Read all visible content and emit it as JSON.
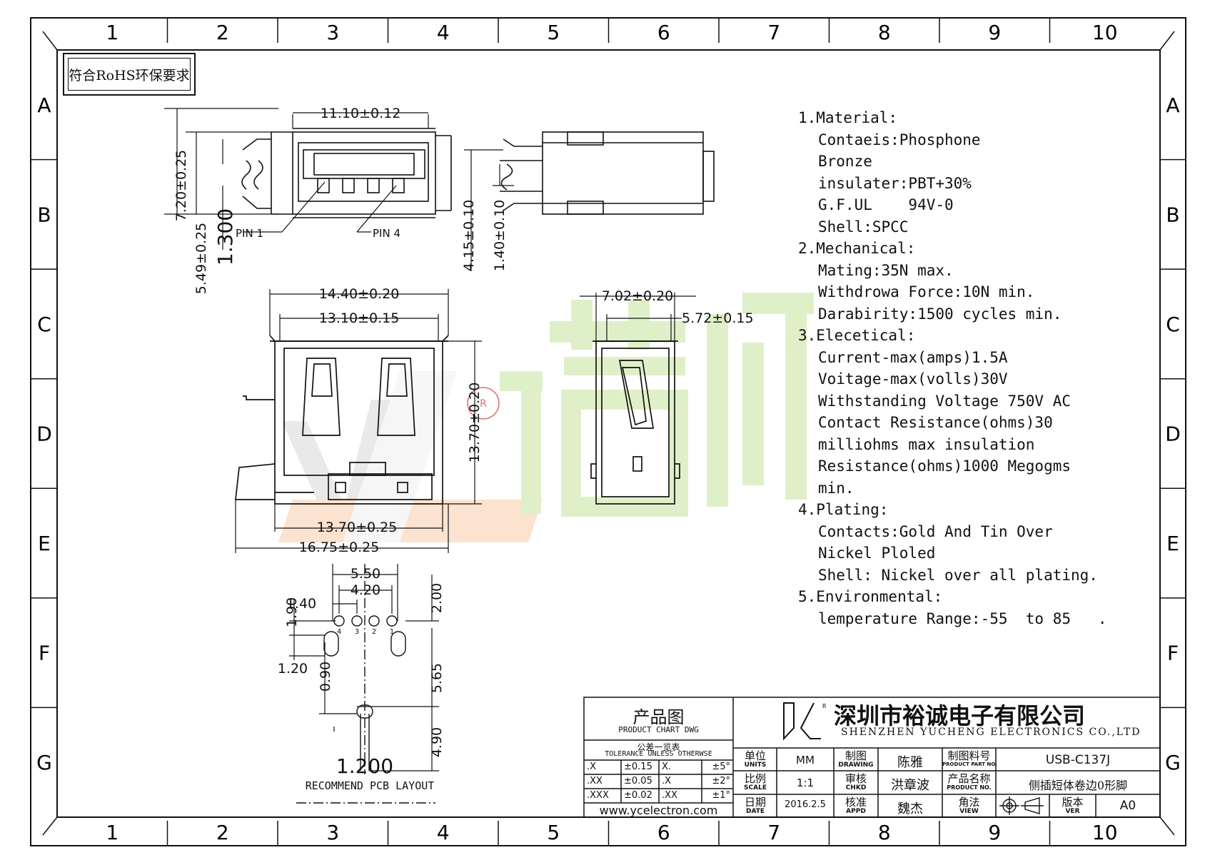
{
  "rohs_label": "符合RoHS环保要求",
  "grid": {
    "cols": [
      "1",
      "2",
      "3",
      "4",
      "5",
      "6",
      "7",
      "8",
      "9",
      "10"
    ],
    "rows": [
      "A",
      "B",
      "C",
      "D",
      "E",
      "F",
      "G"
    ]
  },
  "dims": {
    "d_11_10": "11.10±0.12",
    "d_7_20": "7.20±0.25",
    "d_5_49": "5.49±0.25",
    "d_1_300": "1.300",
    "pin1": "PIN 1",
    "pin4": "PIN 4",
    "d_4_15": "4.15±0.10",
    "d_1_40v": "1.40±0.10",
    "d_14_40": "14.40±0.20",
    "d_13_10": "13.10±0.15",
    "d_13_70v": "13.70±0.20",
    "d_13_70h": "13.70±0.25",
    "d_16_75": "16.75±0.25",
    "d_7_02": "7.02±0.20",
    "d_5_72": "5.72±0.15",
    "d_5_50": "5.50",
    "d_4_20": "4.20",
    "d_1_40": "1.40",
    "d_1_90": "1.90",
    "d_2_00": "2.00",
    "d_1_20": "1.20",
    "d_0_90": "0.90",
    "d_5_65": "5.65",
    "d_4_90": "4.90",
    "d_1_200": "1.200",
    "pin_nums": [
      "4",
      "3",
      "2",
      "1"
    ],
    "pcb_caption": "RECOMMEND PCB LAYOUT"
  },
  "spec": [
    {
      "type": "h",
      "text": "1.Material:"
    },
    {
      "type": "l",
      "text": "Contaeis:Phosphone"
    },
    {
      "type": "l",
      "text": "Bronze"
    },
    {
      "type": "l",
      "text": "insulater:PBT+30%"
    },
    {
      "type": "l",
      "text": "G.F.UL    94V-0"
    },
    {
      "type": "l",
      "text": "Shell:SPCC"
    },
    {
      "type": "h",
      "text": "2.Mechanical:"
    },
    {
      "type": "l",
      "text": "Mating:35N max."
    },
    {
      "type": "l",
      "text": "Withdrowa Force:10N min."
    },
    {
      "type": "l",
      "text": "Darabirity:1500 cycles min."
    },
    {
      "type": "h",
      "text": "3.Elecetical:"
    },
    {
      "type": "l",
      "text": "Current-max(amps)1.5A"
    },
    {
      "type": "l",
      "text": "Voitage-max(volls)30V"
    },
    {
      "type": "l",
      "text": "Withstanding Voltage 750V AC"
    },
    {
      "type": "l",
      "text": "Contact Resistance(ohms)30"
    },
    {
      "type": "l",
      "text": "milliohms max insulation"
    },
    {
      "type": "l",
      "text": "Resistance(ohms)1000 Megogms"
    },
    {
      "type": "l",
      "text": "min."
    },
    {
      "type": "h",
      "text": "4.Plating:"
    },
    {
      "type": "l",
      "text": "Contacts:Gold And Tin Over"
    },
    {
      "type": "l",
      "text": "Nickel Ploled"
    },
    {
      "type": "l",
      "text": "Shell: Nickel over all plating."
    },
    {
      "type": "h",
      "text": "5.Environmental:"
    },
    {
      "type": "l",
      "text": "lemperature Range:-55  to 85   ."
    }
  ],
  "title_block": {
    "chart_cn": "产品图",
    "chart_en": "PRODUCT CHART DWG",
    "tol_cn": "公差一览表",
    "tol_en": "TOLERANCE UNLESS OTHERWSE",
    "tol_rows": [
      {
        "a": ".X",
        "b": "±0.15",
        "c": "X.",
        "d": "±5°"
      },
      {
        "a": ".XX",
        "b": "±0.05",
        "c": ".X",
        "d": "±2°"
      },
      {
        "a": ".XXX",
        "b": "±0.02",
        "c": ".XX",
        "d": "±1°"
      }
    ],
    "website": "www.ycelectron.com",
    "company_cn": "深圳市裕诚电子有限公司",
    "company_en": "SHENZHEN YUCHENG ELECTRONICS CO.,LTD",
    "units_cn": "单位",
    "units_en": "UNITS",
    "units_val": "MM",
    "scale_cn": "比例",
    "scale_en": "SCALE",
    "scale_val": "1:1",
    "date_cn": "日期",
    "date_en": "DATE",
    "date_val": "2016.2.5",
    "drawing_cn": "制图",
    "drawing_en": "DRAWING",
    "drawing_val": "陈雅",
    "chkd_cn": "审核",
    "chkd_en": "CHKD",
    "chkd_val": "洪章波",
    "appd_cn": "核准",
    "appd_en": "APPD",
    "appd_val": "魏杰",
    "partno_cn": "制图料号",
    "partno_en": "PRODUCT PART NO.",
    "partno_val": "USB-C137J",
    "pname_cn": "产品名称",
    "pname_en": "PRODUCT NO.",
    "pname_val": "侧插短体卷边0形脚",
    "view_cn": "角法",
    "view_en": "VIEW",
    "ver_cn": "版本",
    "ver_en": "VER",
    "ver_val": "A0"
  },
  "colors": {
    "line": "#111111",
    "watermark_green": "#dff0c8",
    "watermark_orange": "#fbe3cf",
    "watermark_red": "#d23a3a"
  }
}
